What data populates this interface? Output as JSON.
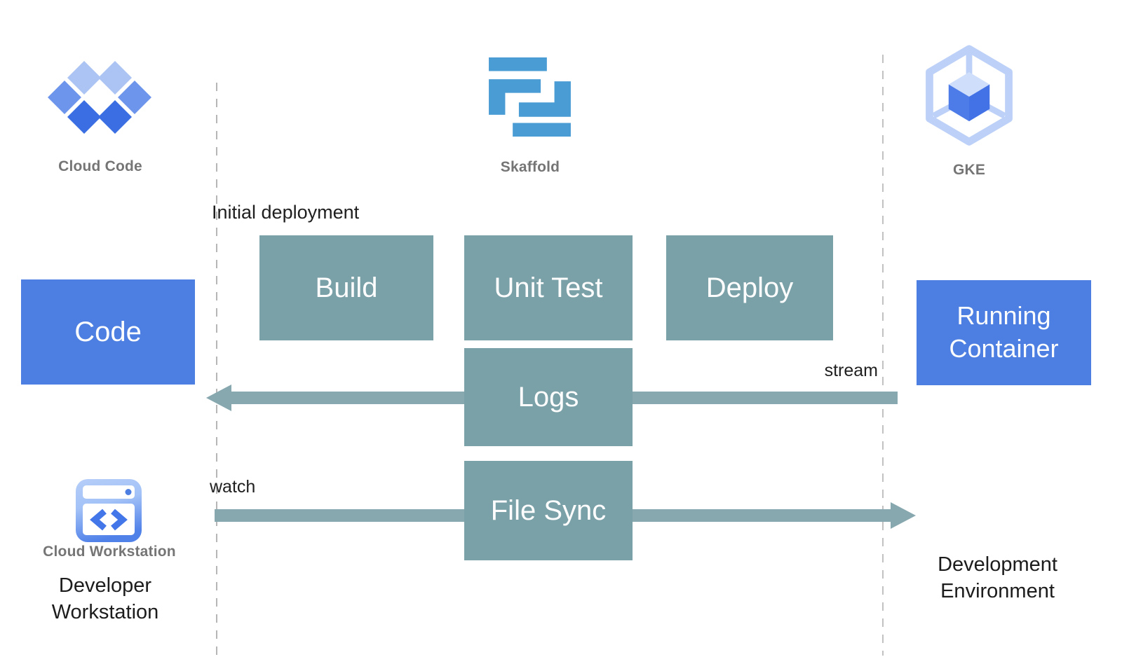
{
  "icons": {
    "cloud_code": {
      "label": "Cloud Code"
    },
    "skaffold": {
      "label": "Skaffold"
    },
    "gke": {
      "label": "GKE"
    },
    "cloud_workstation": {
      "label": "Cloud Workstation"
    }
  },
  "boxes": {
    "code": {
      "label": "Code"
    },
    "build": {
      "label": "Build"
    },
    "unit_test": {
      "label": "Unit Test"
    },
    "deploy": {
      "label": "Deploy"
    },
    "logs": {
      "label": "Logs"
    },
    "file_sync": {
      "label": "File Sync"
    },
    "running_container": {
      "label": "Running Container"
    }
  },
  "annotations": {
    "initial_deployment": {
      "label": "Initial deployment"
    },
    "stream": {
      "label": "stream"
    },
    "watch": {
      "label": "watch"
    }
  },
  "captions": {
    "developer_workstation": {
      "label": "Developer Workstation"
    },
    "development_environment": {
      "label": "Development Environment"
    }
  },
  "colors": {
    "process_box_teal": "#7ba1a8",
    "artifact_box_blue": "#4d7fe2",
    "arrow_teal": "#87a8af",
    "skaffold_blue": "#4a9cd4",
    "icon_blue_light": "#abc4f4",
    "icon_blue_mid": "#6d95ec",
    "icon_blue_dark": "#3a6ee2",
    "label_gray": "#757575",
    "text_black": "#1f1f1f",
    "dashed_line_gray": "#b8b8b8"
  }
}
